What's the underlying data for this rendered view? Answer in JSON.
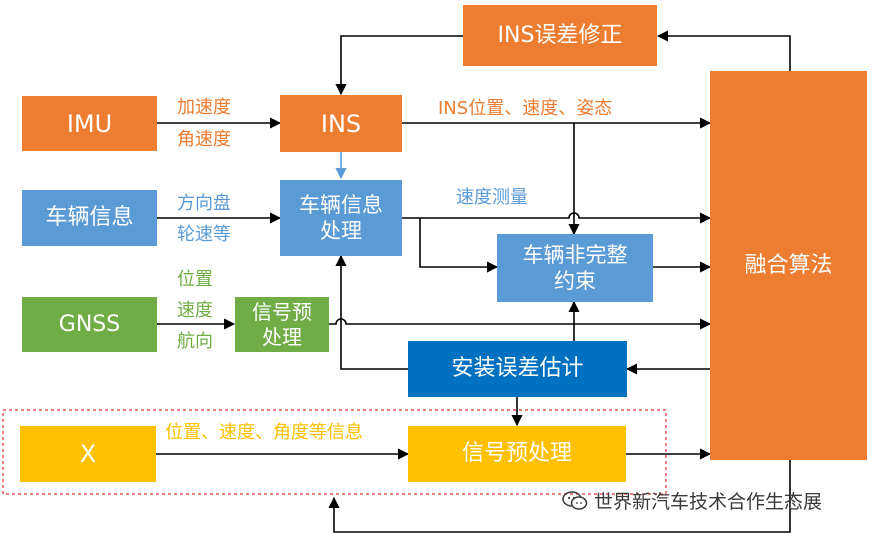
{
  "nodes": {
    "ins_correction": "INS误差修正",
    "imu": "IMU",
    "ins": "INS",
    "vehicle_info": "车辆信息",
    "vehicle_proc": "车辆信息\n处理",
    "gnss": "GNSS",
    "gnss_preproc": "信号预\n处理",
    "nonholonomic": "车辆非完整\n约束",
    "fusion": "融合算法",
    "install_error": "安装误差估计",
    "x": "X",
    "x_preproc": "信号预处理"
  },
  "labels": {
    "imu_accel": "加速度",
    "imu_gyro": "角速度",
    "veh_steer": "方向盘",
    "veh_wheel": "轮速等",
    "gnss_pos": "位置",
    "gnss_vel": "速度",
    "gnss_heading": "航向",
    "ins_out": "INS位置、速度、姿态",
    "speed_meas": "速度测量",
    "x_info": "位置、速度、角度等信息"
  },
  "watermark": "世界新汽车技术合作生态展",
  "colors": {
    "orange": "#ED7D31",
    "blue": "#5B9BD5",
    "dark_blue": "#0070C0",
    "green": "#70AD47",
    "yellow": "#FFC000",
    "dashed_frame": "#E03030"
  }
}
